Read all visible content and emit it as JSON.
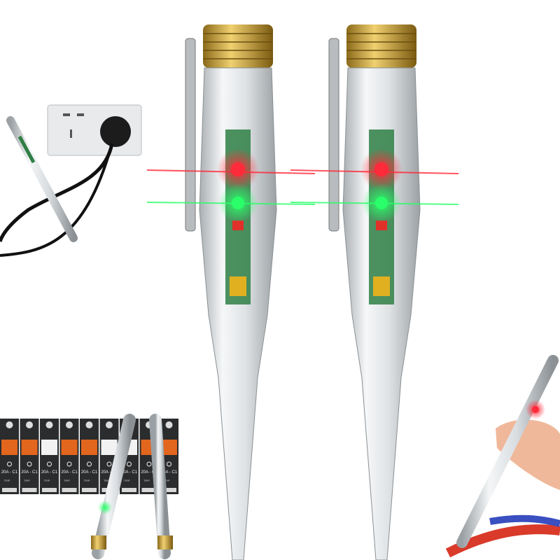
{
  "breakers": {
    "rating_label": "20A - C1",
    "trip_label": "TRIP",
    "count": 9,
    "handle_colors": [
      "#e2661e",
      "#e2661e",
      "#f2f2f2",
      "#e2661e",
      "#e2661e",
      "#f2f2f2",
      "#f2f2f2",
      "#e2661e",
      "#e2661e"
    ]
  },
  "colors": {
    "led_red": "#ff2a3a",
    "led_green": "#2aff6a",
    "cap_gold": "#c9a23a"
  }
}
